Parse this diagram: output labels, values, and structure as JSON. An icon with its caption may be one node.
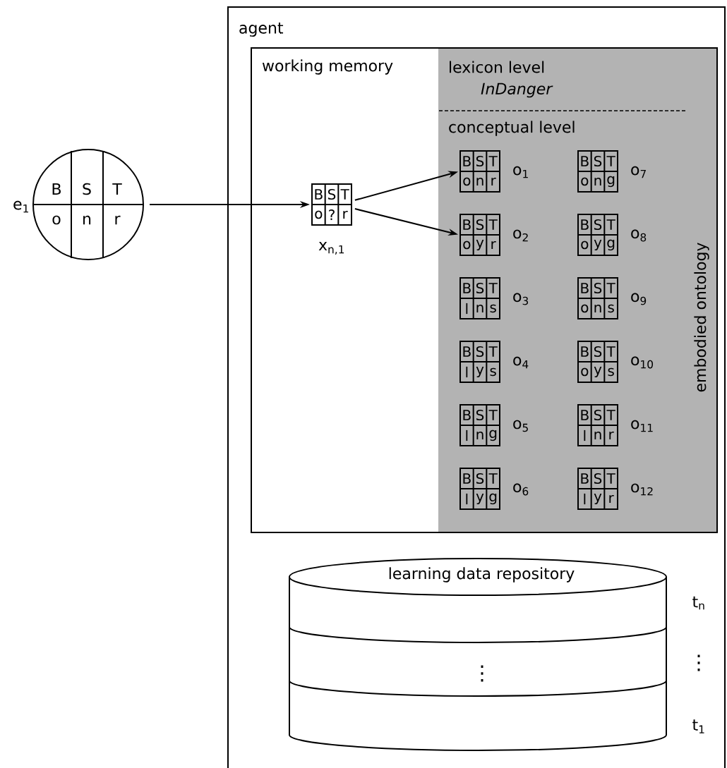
{
  "diagram": {
    "nodes": [
      {
        "text": [
          "B",
          "S",
          "T",
          "o",
          "n",
          "r"
        ],
        "beside": [
          "e$_{1}$"
        ]
      },
      {
        "text": [
          "agent"
        ]
      },
      {
        "text": [
          "working memory"
        ],
        "in": 1
      },
      {
        "text": [
          "lexicon level",
          "InDanger",
          "conceptual level",
          "embodied ontology"
        ],
        "in": 2
      },
      {
        "text": [
          "B",
          "S",
          "T",
          "o",
          "?",
          "r"
        ],
        "beside": [
          "x$_{n,1}$"
        ],
        "in": 2
      },
      {
        "text": [
          "B",
          "S",
          "T",
          "o",
          "n",
          "r"
        ],
        "beside": [
          "o$_{1}$"
        ],
        "in": 3
      },
      {
        "text": [
          "B",
          "S",
          "T",
          "o",
          "y",
          "r"
        ],
        "beside": [
          "o$_{2}$"
        ],
        "in": 3
      },
      {
        "text": [
          "B",
          "S",
          "T",
          "l",
          "n",
          "s"
        ],
        "beside": [
          "o$_{3}$"
        ],
        "in": 3
      },
      {
        "text": [
          "B",
          "S",
          "T",
          "l",
          "y",
          "s"
        ],
        "beside": [
          "o$_{4}$"
        ],
        "in": 3
      },
      {
        "text": [
          "B",
          "S",
          "T",
          "l",
          "n",
          "g"
        ],
        "beside": [
          "o$_{5}$"
        ],
        "in": 3
      },
      {
        "text": [
          "B",
          "S",
          "T",
          "l",
          "y",
          "g"
        ],
        "beside": [
          "o$_{6}$"
        ],
        "in": 3
      },
      {
        "text": [
          "B",
          "S",
          "T",
          "o",
          "n",
          "g"
        ],
        "beside": [
          "o$_{7}$"
        ],
        "in": 3
      },
      {
        "text": [
          "B",
          "S",
          "T",
          "o",
          "y",
          "g"
        ],
        "beside": [
          "o$_{8}$"
        ],
        "in": 3
      },
      {
        "text": [
          "B",
          "S",
          "T",
          "o",
          "n",
          "s"
        ],
        "beside": [
          "o$_{9}$"
        ],
        "in": 3
      },
      {
        "text": [
          "B",
          "S",
          "T",
          "o",
          "y",
          "s"
        ],
        "beside": [
          "o$_{10}$"
        ],
        "in": 3
      },
      {
        "text": [
          "B",
          "S",
          "T",
          "l",
          "n",
          "r"
        ],
        "beside": [
          "o$_{11}$"
        ],
        "in": 3
      },
      {
        "text": [
          "B",
          "S",
          "T",
          "l",
          "y",
          "r"
        ],
        "beside": [
          "o$_{12}$"
        ],
        "in": 3
      },
      {
        "text": [
          "learning data repository",
          "⋮"
        ],
        "beside": [
          "t$_{n}$",
          "⋮",
          "t$_{1}$"
        ],
        "in": 1
      }
    ],
    "edges": [
      {
        "from": 0,
        "to": 4,
        "arrow": "to"
      },
      {
        "from": 4,
        "to": 5,
        "arrow": "to"
      },
      {
        "from": 4,
        "to": 6,
        "arrow": "to"
      }
    ]
  }
}
